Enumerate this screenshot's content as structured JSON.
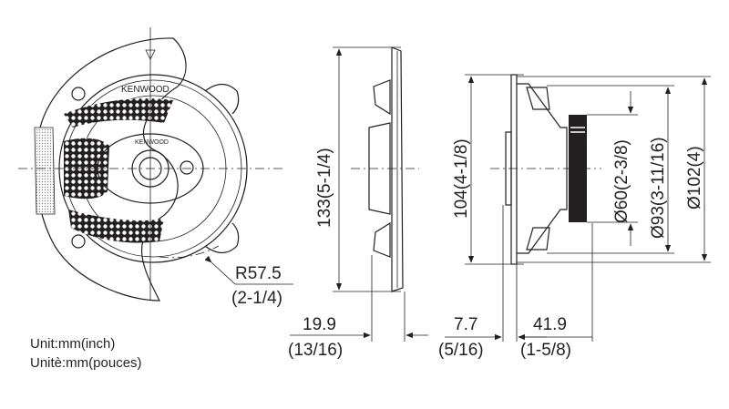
{
  "brand": "KENWOOD",
  "units": {
    "line1": "Unit:mm(inch)",
    "line2": "Unitè:mm(pouces)"
  },
  "front_view": {
    "radius_mm": "R57.5",
    "radius_in": "(2-1/4)"
  },
  "side_view_flange": {
    "height": "133(5-1/4)",
    "depth_mm": "19.9",
    "depth_in": "(13/16)"
  },
  "side_view_profile": {
    "height": "104(4-1/8)",
    "magnet_dia": "Ø60(2-3/8)",
    "basket_dia": "Ø93(3-11/16)",
    "cutout_dia": "Ø102(4)",
    "flange_depth_mm": "7.7",
    "flange_depth_in": "(5/16)",
    "mount_depth_mm": "41.9",
    "mount_depth_in": "(1-5/8)"
  }
}
